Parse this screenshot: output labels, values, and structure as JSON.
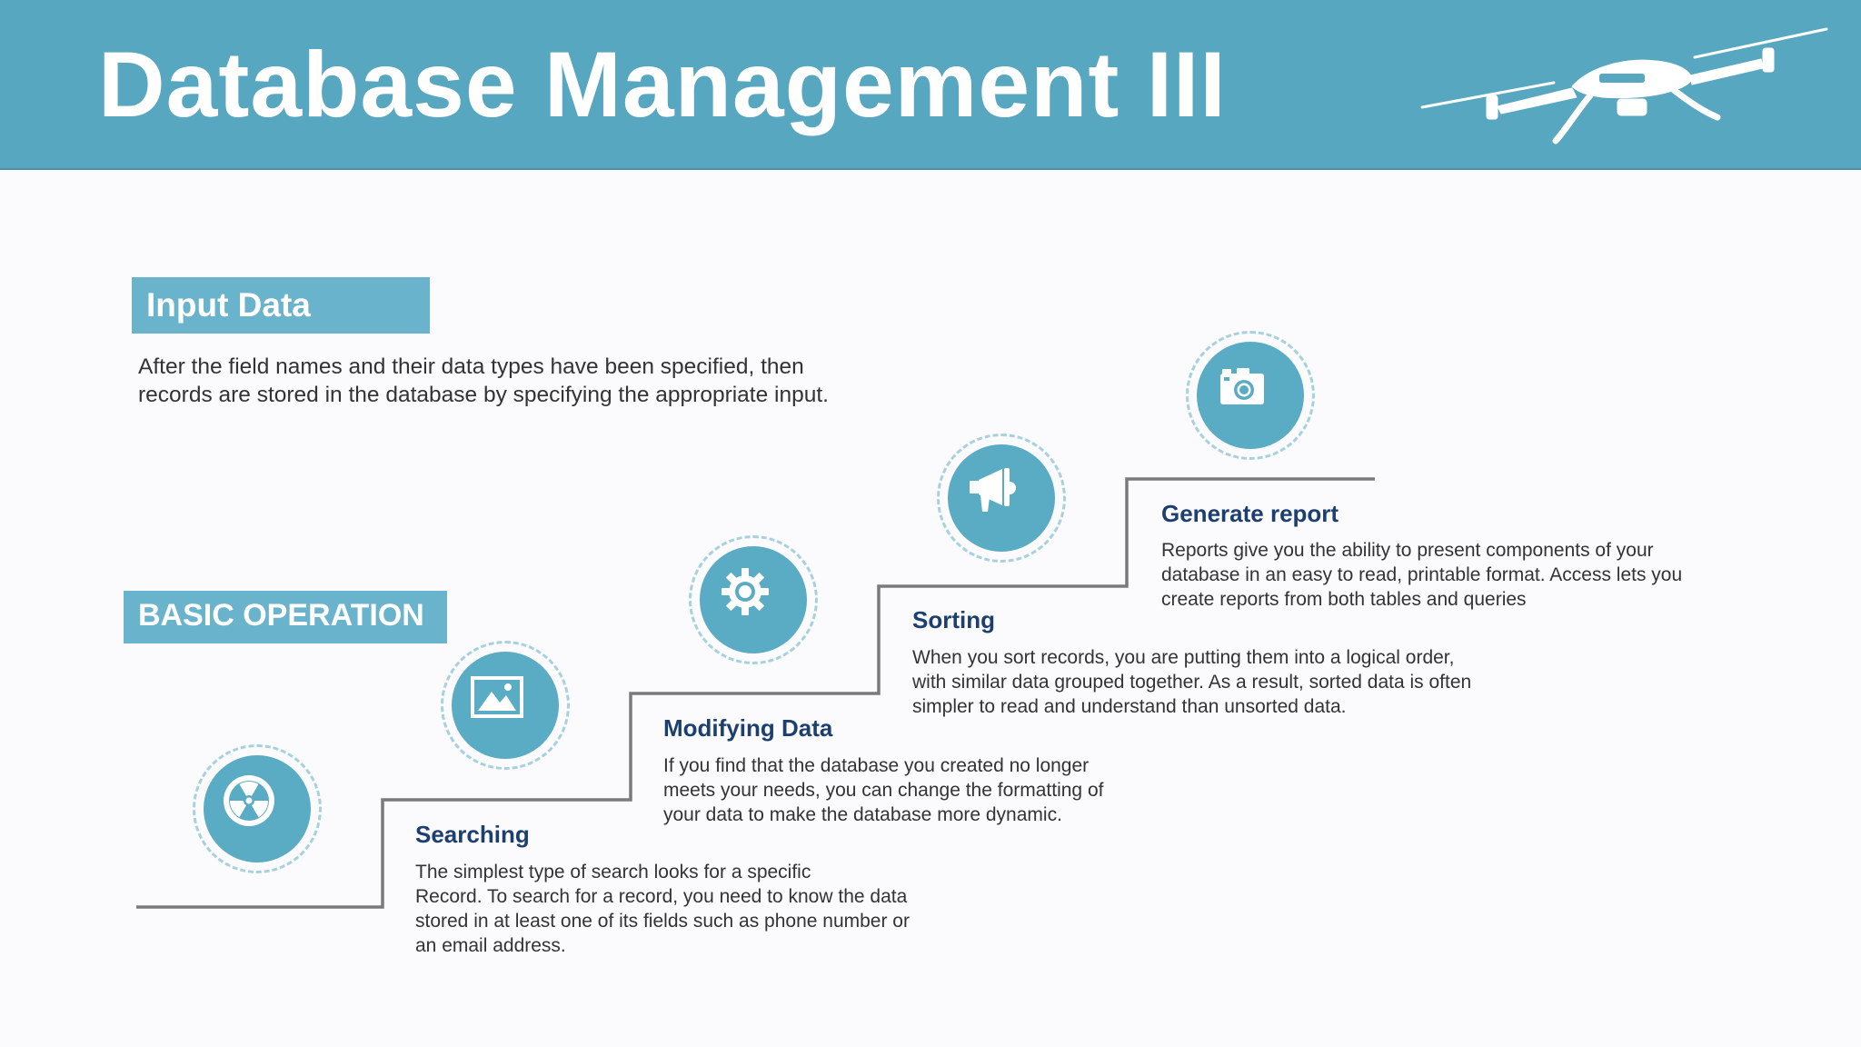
{
  "header": {
    "title": "Database Management III",
    "drone_icon": "drone-icon",
    "background_color": "#58a7c0"
  },
  "input_data": {
    "label": "Input Data",
    "description": "After the field names and their data types have been specified, then records are stored in the database by specifying the appropriate input."
  },
  "basic_operation": {
    "label": "BASIC OPERATION"
  },
  "steps": [
    {
      "icon": "radiation-icon",
      "title": "",
      "lines": []
    },
    {
      "icon": "image-icon",
      "title": "Searching",
      "lines": [
        "The simplest type of search looks for a specific",
        "Record. To search for a record, you need to know the data",
        "stored in at least one of its fields such as phone number or",
        "an email address."
      ]
    },
    {
      "icon": "gear-icon",
      "title": "Modifying Data",
      "lines": [
        "If you find that the database you created no longer",
        "meets your needs, you can change the formatting of",
        "your data to make the database more dynamic."
      ]
    },
    {
      "icon": "megaphone-icon",
      "title": "Sorting",
      "lines": [
        "When you sort records, you are putting them into a logical order,",
        "with similar data grouped together. As a result, sorted data is often",
        "simpler to read and understand than unsorted data."
      ]
    },
    {
      "icon": "camera-icon",
      "title": "Generate report",
      "lines": [
        "Reports give you the ability to present components of your",
        "database in an easy to read, printable format. Access lets you",
        "create reports from both tables and queries"
      ]
    }
  ],
  "colors": {
    "accent": "#5aabc4",
    "tag": "#6ab3cc",
    "heading": "#1d3f6f",
    "stair_line": "#7a7a7a"
  }
}
